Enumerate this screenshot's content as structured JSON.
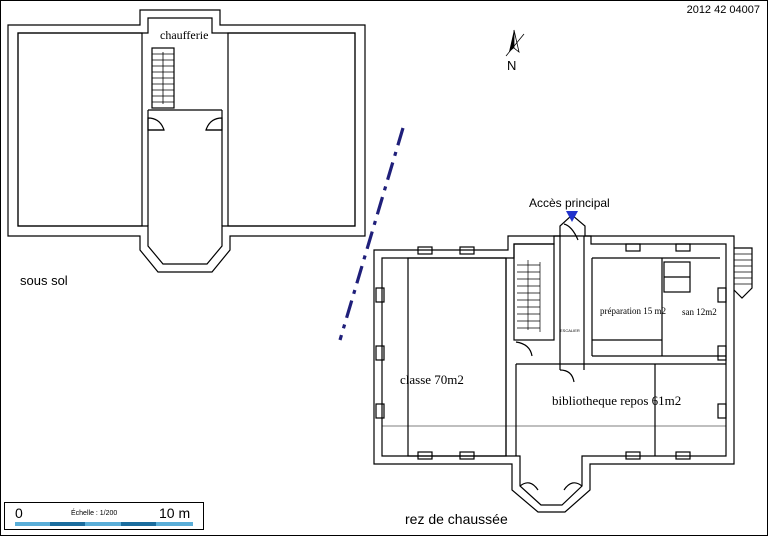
{
  "document": {
    "reference_code": "2012 42 04007"
  },
  "labels": {
    "basement_title": "sous sol",
    "ground_floor_title": "rez de chaussée",
    "boiler_room": "chaufferie",
    "main_access": "Accès principal",
    "classroom": "classe 70m2",
    "library": "bibliotheque repos 61m2",
    "preparation": "préparation 15 m2",
    "sanitary": "san 12m2",
    "stair_note": "ESCALIER"
  },
  "compass": {
    "north_letter": "N"
  },
  "scale": {
    "zero": "0",
    "ten": "10 m",
    "caption": "Échelle : 1/200"
  },
  "colors": {
    "line": "#000000",
    "axis": "#1f1f7a",
    "arrow": "#2233cc",
    "scale_light": "#5aaed8",
    "scale_dark": "#1b6d9e"
  }
}
